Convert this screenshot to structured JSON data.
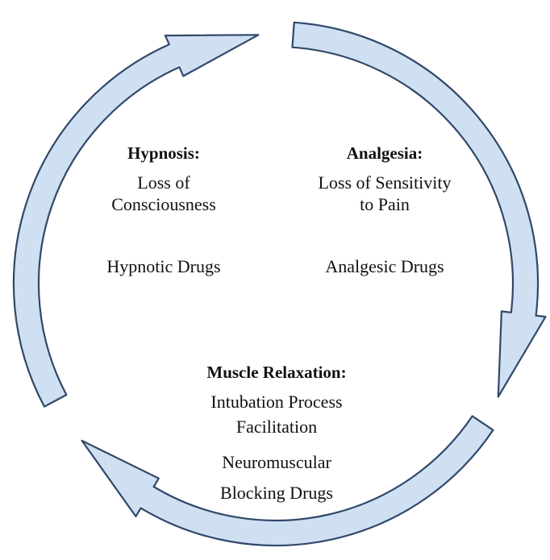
{
  "diagram": {
    "type": "cycle",
    "arrow_fill": "#cfe0f3",
    "arrow_stroke": "#31486a",
    "segments": {
      "hypnosis": {
        "title": "Hypnosis:",
        "description_line1": "Loss of",
        "description_line2": "Consciousness",
        "drugs": "Hypnotic Drugs"
      },
      "analgesia": {
        "title": "Analgesia:",
        "description_line1": "Loss of Sensitivity",
        "description_line2": "to Pain",
        "drugs": "Analgesic Drugs"
      },
      "muscle_relaxation": {
        "title": "Muscle Relaxation:",
        "description_line1": "Intubation Process",
        "description_line2": "Facilitation",
        "drugs_line1": "Neuromuscular",
        "drugs_line2": "Blocking Drugs"
      }
    }
  }
}
